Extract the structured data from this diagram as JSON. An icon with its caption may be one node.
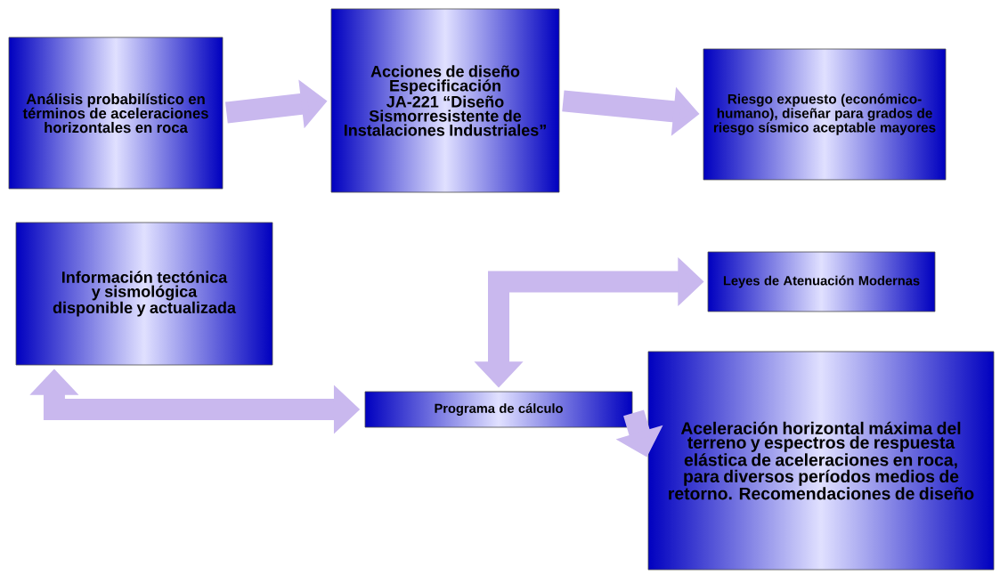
{
  "diagram": {
    "nodes": [
      {
        "text": [
          "Análisis probabilístico en términos de aceleraciones horizontales en roca"
        ]
      },
      {
        "text": [
          "Acciones de diseño Especificación JA-221 “Diseño Sismorresistente de Instalaciones Industriales”"
        ]
      },
      {
        "text": [
          "Riesgo expuesto (económico-humano), diseñar para grados de riesgo sísmico aceptable mayores"
        ]
      },
      {
        "text": [
          "Información tectónica y sismológica disponible y actualizada"
        ]
      },
      {
        "text": [
          "Leyes de Atenuación Modernas"
        ]
      },
      {
        "text": [
          "Programa de cálculo"
        ]
      },
      {
        "text": [
          "Aceleración horizontal máxima del terreno y espectros de respuesta elástica de aceleraciones en roca, para diversos períodos medios de retorno. Recomendaciones de diseño"
        ]
      }
    ],
    "edges": [
      {
        "from": 0,
        "to": 1,
        "arrow": "to"
      },
      {
        "from": 1,
        "to": 2,
        "arrow": "to"
      },
      {
        "from": 3,
        "to": 5,
        "arrow": "both"
      },
      {
        "from": 4,
        "to": 5,
        "arrow": "both"
      },
      {
        "from": 5,
        "to": 6,
        "arrow": "to"
      }
    ]
  }
}
